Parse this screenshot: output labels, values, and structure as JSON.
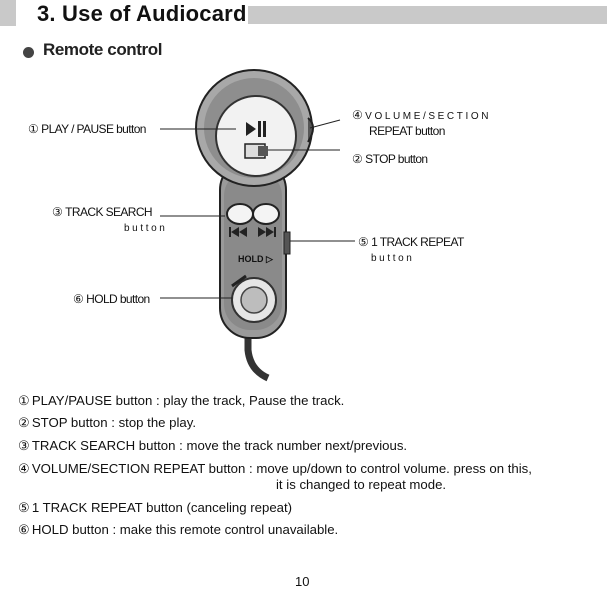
{
  "header": {
    "title": "3. Use of Audiocard"
  },
  "section": {
    "title": "Remote control"
  },
  "callouts": {
    "play_pause": {
      "num": "①",
      "text": "PLAY / PAUSE button"
    },
    "volume_section": {
      "num": "④",
      "line1": "VOLUME/SECTION",
      "line2": "REPEAT button"
    },
    "stop": {
      "num": "②",
      "text": "STOP button"
    },
    "track_search": {
      "num": "③",
      "line1": "TRACK SEARCH",
      "line2": "button"
    },
    "one_track_repeat": {
      "num": "⑤",
      "line1": "1 TRACK REPEAT",
      "line2": "button"
    },
    "hold": {
      "num": "⑥",
      "text": "HOLD button"
    }
  },
  "remote_labels": {
    "hold_text": "HOLD ▷"
  },
  "descriptions": [
    {
      "num": "①",
      "text": "PLAY/PAUSE button : play the track, Pause the track."
    },
    {
      "num": "②",
      "text": "STOP button : stop the play."
    },
    {
      "num": "③",
      "text": "TRACK SEARCH button : move the track number next/previous."
    },
    {
      "num": "④",
      "text": "VOLUME/SECTION REPEAT button : move up/down to control volume. press on this,",
      "cont": "it is changed to repeat mode."
    },
    {
      "num": "⑤",
      "text": "1 TRACK REPEAT button (canceling repeat)"
    },
    {
      "num": "⑥",
      "text": "HOLD button : make this remote control unavailable."
    }
  ],
  "page_number": "10"
}
